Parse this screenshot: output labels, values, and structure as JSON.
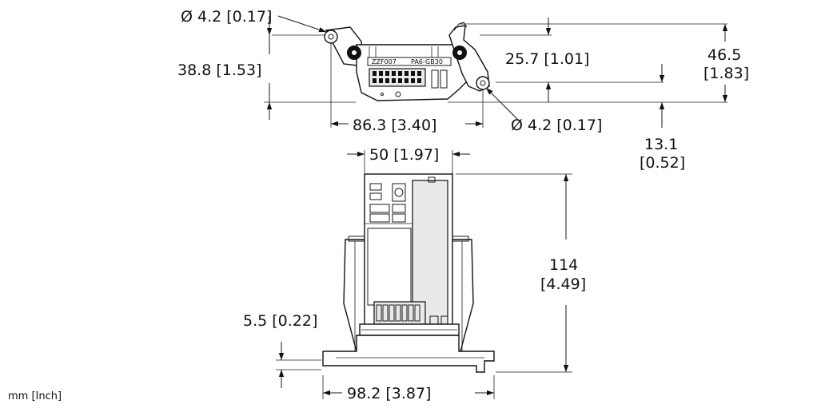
{
  "drawing": {
    "dimensions": {
      "hole_top": "Ø 4.2 [0.17]",
      "height_top_left": "38.8 [1.53]",
      "width_86": "86.3 [3.40]",
      "hole_right": "Ø 4.2 [0.17]",
      "height_25": "25.7 [1.01]",
      "height_46": "46.5",
      "height_46_in": "[1.83]",
      "offset_13": "13.1",
      "offset_13_in": "[0.52]",
      "width_50": "50 [1.97]",
      "height_114": "114",
      "height_114_in": "[4.49]",
      "height_5_5": "5.5 [0.22]",
      "width_98": "98.2 [3.87]"
    },
    "labels": {
      "part_label_1": "ZZF007",
      "part_label_2": "PA6-GB30"
    },
    "units_note": "mm [Inch]"
  }
}
